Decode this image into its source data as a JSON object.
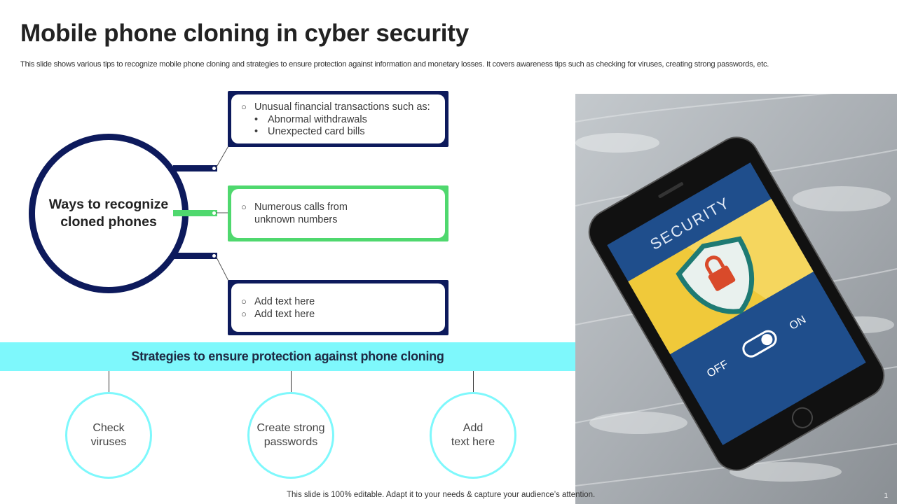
{
  "slide": {
    "title": "Mobile phone cloning in cyber security",
    "subtitle": "This slide shows various tips to recognize mobile phone cloning and strategies to ensure protection against information and monetary losses. It covers awareness tips such as checking for viruses, creating strong passwords, etc.",
    "footer": "This slide is 100% editable. Adapt it to your needs & capture your audience’s attention.",
    "page_number": "1"
  },
  "recognize": {
    "center_label": "Ways to recognize cloned phones",
    "boxes": [
      {
        "items": [
          "Unusual financial transactions such as:"
        ],
        "subitems": [
          "Abnormal withdrawals",
          "Unexpected card bills"
        ],
        "color": "#0d1a5c"
      },
      {
        "items": [
          "Numerous calls from",
          "unknown numbers"
        ],
        "color": "#4fd86e"
      },
      {
        "items": [
          "Add text here",
          "Add text here"
        ],
        "color": "#0d1a5c"
      }
    ]
  },
  "strategies": {
    "heading": "Strategies to ensure protection against phone cloning",
    "circles": [
      {
        "line1": "Check",
        "line2": "viruses"
      },
      {
        "line1": "Create strong",
        "line2": "passwords"
      },
      {
        "line1": "Add",
        "line2": "text here"
      }
    ]
  },
  "phone_image": {
    "screen_title": "SECURITY",
    "toggle_off": "OFF",
    "toggle_on": "ON"
  },
  "colors": {
    "navy": "#0d1a5c",
    "green": "#4fd86e",
    "cyan": "#7ef8fc"
  },
  "icons": {
    "bullet_hollow": "○",
    "bullet_solid": "•"
  }
}
